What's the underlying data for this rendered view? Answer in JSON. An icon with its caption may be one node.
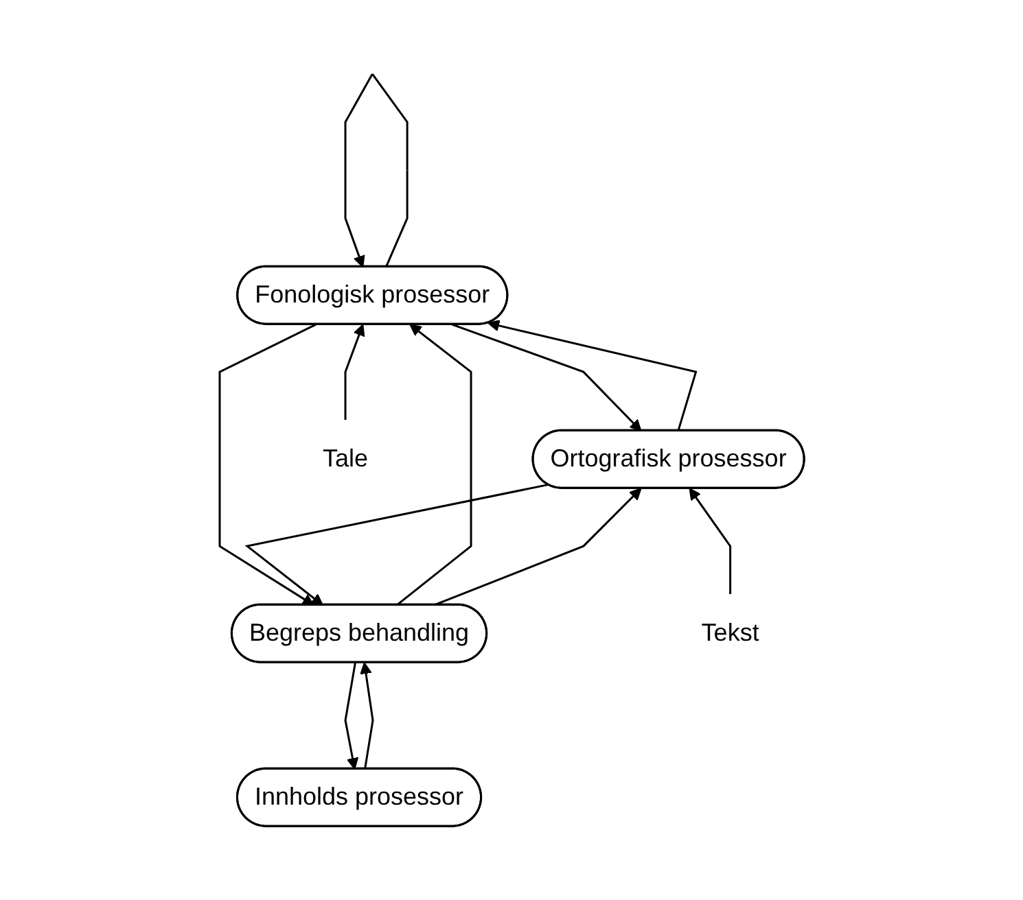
{
  "diagram": {
    "nodes": [
      {
        "text": [
          "Innholds prosessor"
        ]
      },
      {
        "text": [
          "Begreps behandling"
        ]
      },
      {
        "text": [
          "Ortografisk prosessor"
        ]
      },
      {
        "text": [
          "Fonologisk prosessor"
        ]
      },
      {
        "text": [
          "Tekst"
        ]
      },
      {
        "text": [
          "Tale"
        ]
      }
    ],
    "edges": [
      {
        "from": 1,
        "to": 0,
        "arrow": "to"
      },
      {
        "from": 0,
        "to": 1,
        "arrow": "to"
      },
      {
        "from": 1,
        "to": 2,
        "arrow": "to"
      },
      {
        "from": 2,
        "to": 1,
        "arrow": "to"
      },
      {
        "from": 3,
        "to": 1,
        "arrow": "to"
      },
      {
        "from": 1,
        "to": 3,
        "arrow": "to"
      },
      {
        "from": 3,
        "to": 2,
        "arrow": "to"
      },
      {
        "from": 2,
        "to": 3,
        "arrow": "to"
      },
      {
        "from": 4,
        "to": 2,
        "arrow": "to"
      },
      {
        "from": 5,
        "to": 3,
        "arrow": "to"
      },
      {
        "from": 3,
        "to": 3,
        "arrow": "to"
      }
    ]
  }
}
